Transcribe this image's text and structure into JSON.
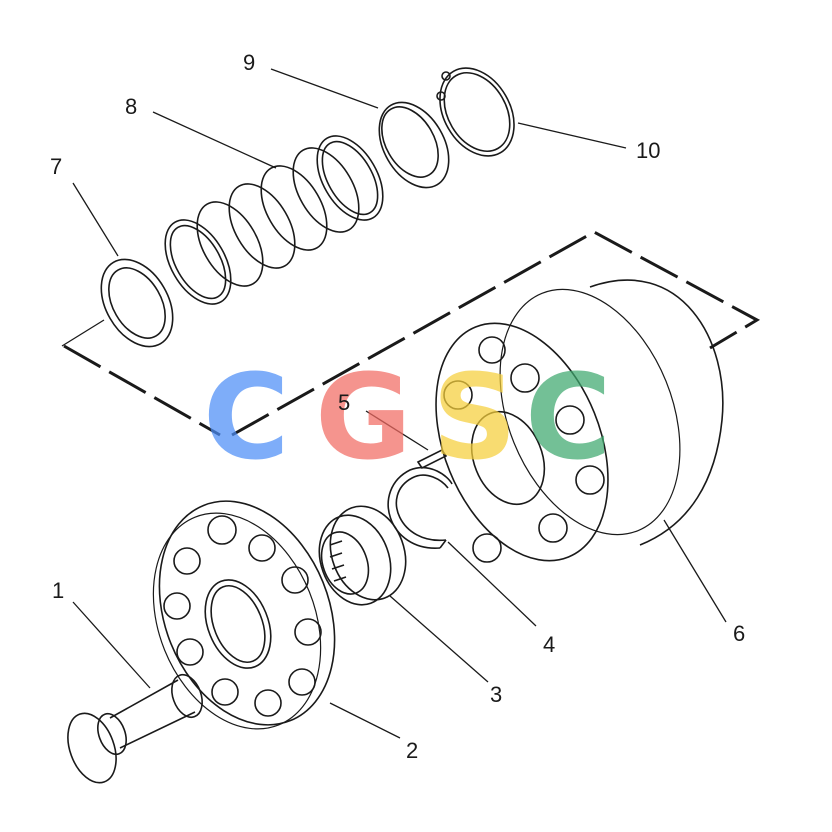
{
  "callouts": [
    {
      "id": "1",
      "label": "1"
    },
    {
      "id": "2",
      "label": "2"
    },
    {
      "id": "3",
      "label": "3"
    },
    {
      "id": "4",
      "label": "4"
    },
    {
      "id": "5",
      "label": "5"
    },
    {
      "id": "6",
      "label": "6"
    },
    {
      "id": "7",
      "label": "7"
    },
    {
      "id": "8",
      "label": "8"
    },
    {
      "id": "9",
      "label": "9"
    },
    {
      "id": "10",
      "label": "10"
    }
  ],
  "watermark": {
    "letters": [
      "C",
      "G",
      "S",
      "C"
    ],
    "colors": [
      "#4d8ef7",
      "#f26b63",
      "#f6cf3b",
      "#3ea86e"
    ]
  }
}
